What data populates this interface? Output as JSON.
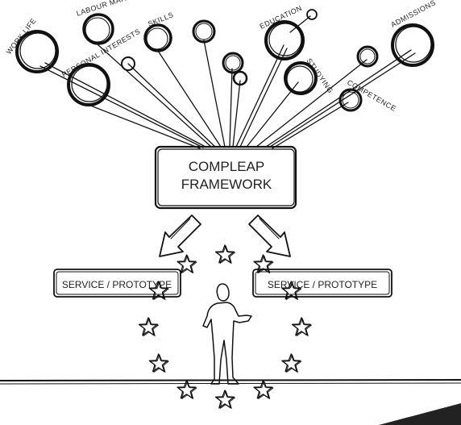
{
  "framework": {
    "line1": "COMPLEAP",
    "line2": "FRAMEWORK"
  },
  "services": {
    "left": "SERVICE / PROTOTYPE",
    "right": "SERVICE / PROTOTYPE"
  },
  "topics": {
    "work_life": "WORK LIFE",
    "labour_market": "LABOUR MARKET",
    "personal_interests": "PERSONAL INTERESTS",
    "skills": "SKILLS",
    "education": "EDUCATION",
    "studying": "STUDYING",
    "admissions": "ADMISSIONS",
    "competence": "COMPETENCE"
  },
  "colors": {
    "ink": "#111111",
    "ground": "#222222"
  }
}
